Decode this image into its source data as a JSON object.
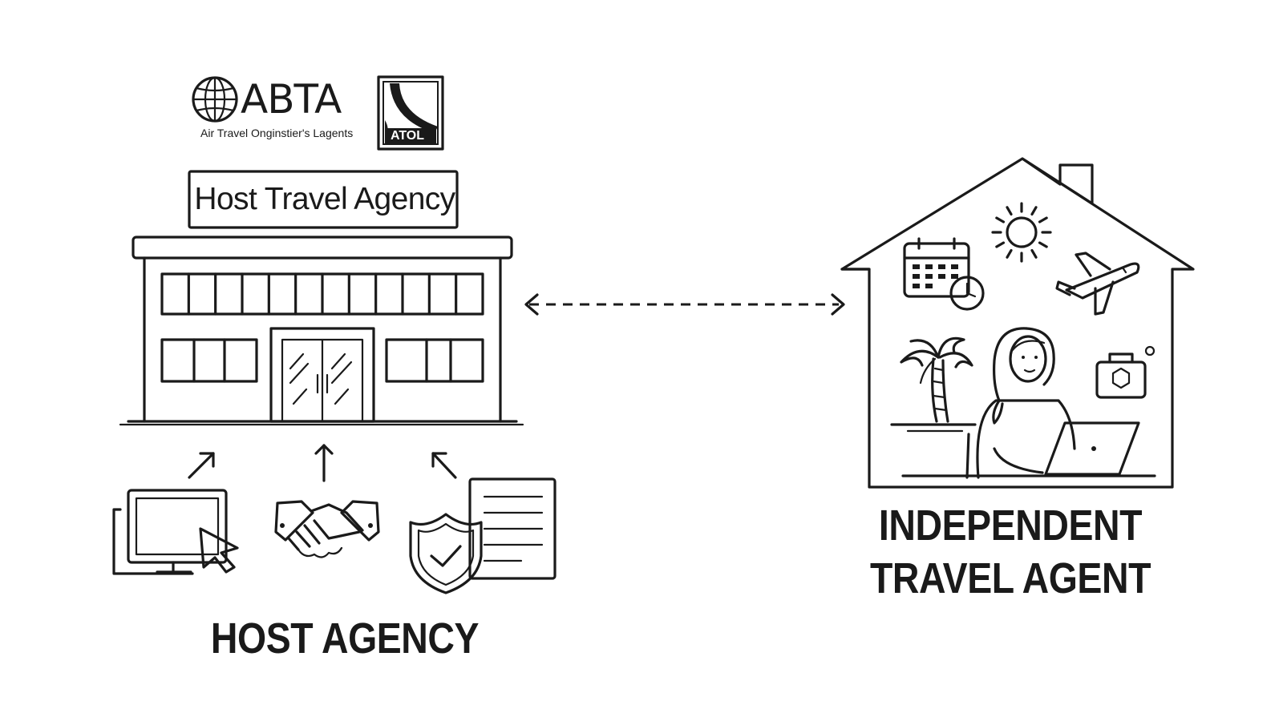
{
  "logos": {
    "abta": {
      "name": "ABTA",
      "tagline": "Air Travel Onginstier's Lagents",
      "icon": "globe-icon"
    },
    "atol": {
      "name": "ATOL",
      "icon": "atol-swoosh-icon"
    }
  },
  "host": {
    "sign": "Host Travel Agency",
    "caption": "HOST AGENCY",
    "support_icons": [
      "computer-cursor-icon",
      "handshake-icon",
      "shield-document-icon"
    ]
  },
  "agent": {
    "caption_line1": "INDEPENDENT",
    "caption_line2": "TRAVEL AGENT",
    "icons": [
      "calendar-clock-icon",
      "sun-icon",
      "airplane-icon",
      "palm-tree-icon",
      "suitcase-icon",
      "laptop-icon"
    ]
  },
  "connection": {
    "type": "bidirectional-dashed-arrow"
  },
  "colors": {
    "ink": "#1a1a1a",
    "background": "#ffffff"
  }
}
